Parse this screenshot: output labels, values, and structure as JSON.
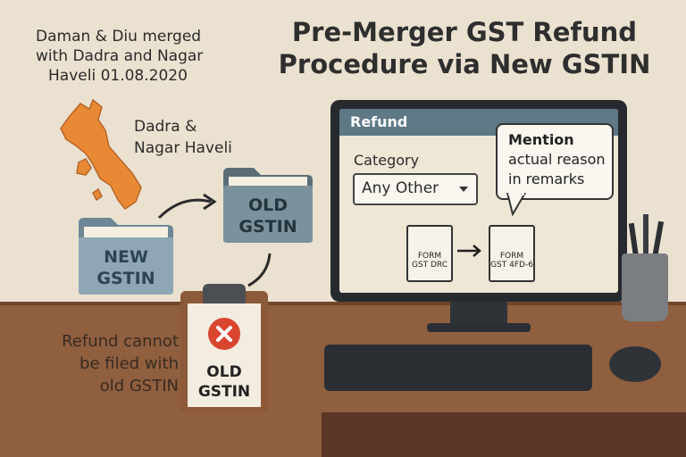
{
  "title": {
    "line1": "Pre-Merger GST Refund",
    "line2": "Procedure via New GSTIN"
  },
  "merger_note": {
    "line1": "Daman & Diu merged",
    "line2": "with Dadra and Nagar",
    "line3": "Haveli  01.08.2020"
  },
  "map_label": {
    "line1": "Dadra &",
    "line2": "Nagar Haveli"
  },
  "new_folder": {
    "line1": "NEW",
    "line2": "GSTIN"
  },
  "old_folder": {
    "line1": "OLD",
    "line2": "GSTIN"
  },
  "clipboard": {
    "line1": "OLD",
    "line2": "GSTIN"
  },
  "refund_note": {
    "line1": "Refund cannot",
    "line2": "be filed with",
    "line3": "old GSTIN"
  },
  "screen": {
    "title": "Refund",
    "category_label": "Category",
    "dropdown_value": "Any Other",
    "bubble": {
      "line1": "Mention",
      "line2": "actual reason",
      "line3": "in remarks"
    },
    "form_a": {
      "line1": "FORM",
      "line2": "GST DRC"
    },
    "form_b": {
      "line1": "FORM",
      "line2": "GST 4FD-6"
    }
  },
  "colors": {
    "map": "#e88a35",
    "folder": "#8fa7b5",
    "folder_dark": "#6e8796",
    "screen_header": "#5e7886",
    "error_red": "#d9452f"
  },
  "icons": [
    "map-icon",
    "folder-icon",
    "arrow-icon",
    "clipboard-icon",
    "x-circle-icon",
    "chevron-down-icon",
    "document-icon",
    "pen-icon"
  ]
}
